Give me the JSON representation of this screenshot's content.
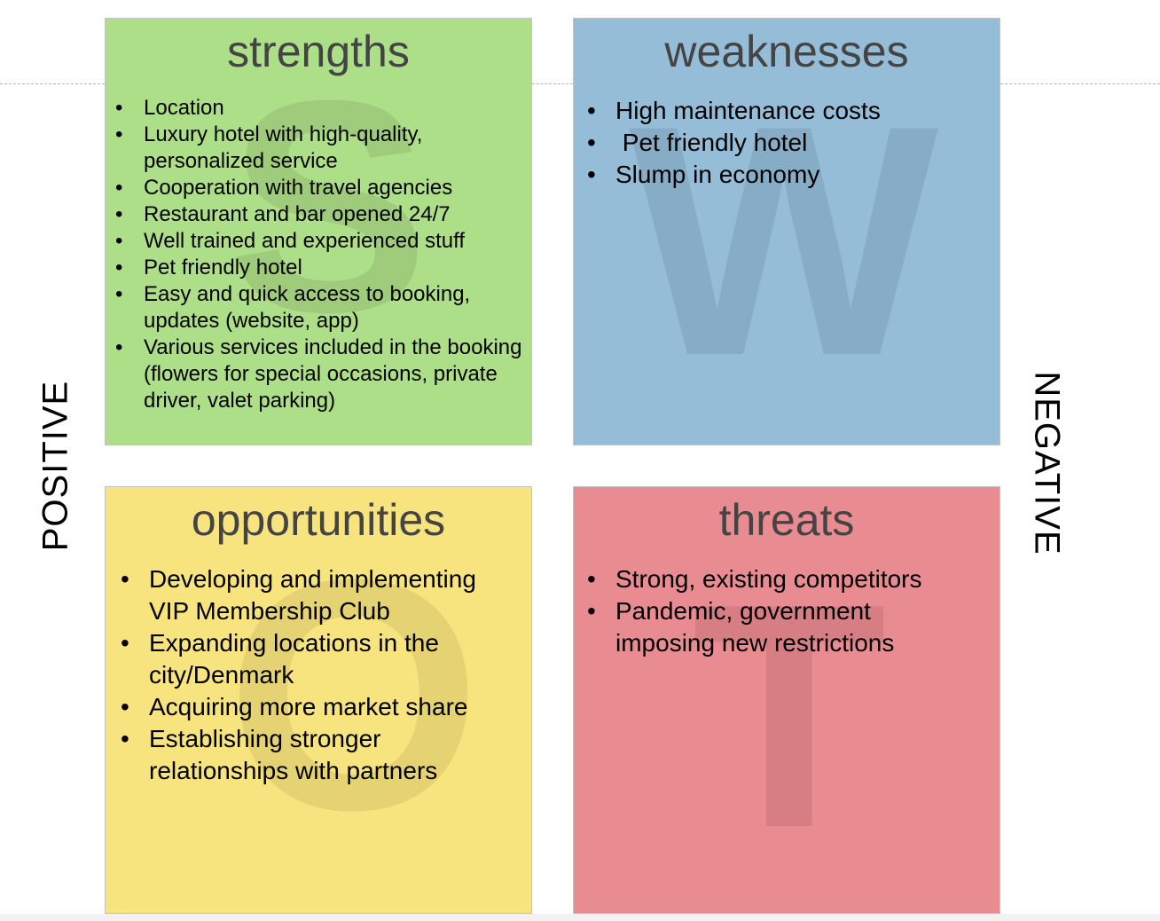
{
  "colors": {
    "strengths": "#addf88",
    "weaknesses": "#96bdd8",
    "opportunities": "#f8e47f",
    "threats": "#e88c92"
  },
  "axes": {
    "positive": "POSITIVE",
    "negative": "NEGATIVE"
  },
  "strengths": {
    "letter": "S",
    "title": "strengths",
    "items": [
      "Location",
      "Luxury hotel with high-quality, personalized service",
      "Cooperation with travel agencies",
      "Restaurant and bar opened 24/7",
      "Well trained and experienced stuff",
      "Pet friendly hotel",
      "Easy and quick access to booking, updates (website, app)",
      "Various services included in the booking (flowers for special occasions, private driver, valet parking)"
    ]
  },
  "weaknesses": {
    "letter": "W",
    "title": "weaknesses",
    "items": [
      "High maintenance costs",
      " Pet friendly hotel",
      "Slump in economy"
    ]
  },
  "opportunities": {
    "letter": "O",
    "title": "opportunities",
    "items": [
      "Developing and implementing VIP Membership Club",
      "Expanding locations in the city/Denmark",
      "Acquiring more market share",
      "Establishing stronger relationships with partners"
    ]
  },
  "threats": {
    "letter": "T",
    "title": "threats",
    "items": [
      "Strong, existing competitors",
      "Pandemic, government imposing new restrictions"
    ]
  }
}
